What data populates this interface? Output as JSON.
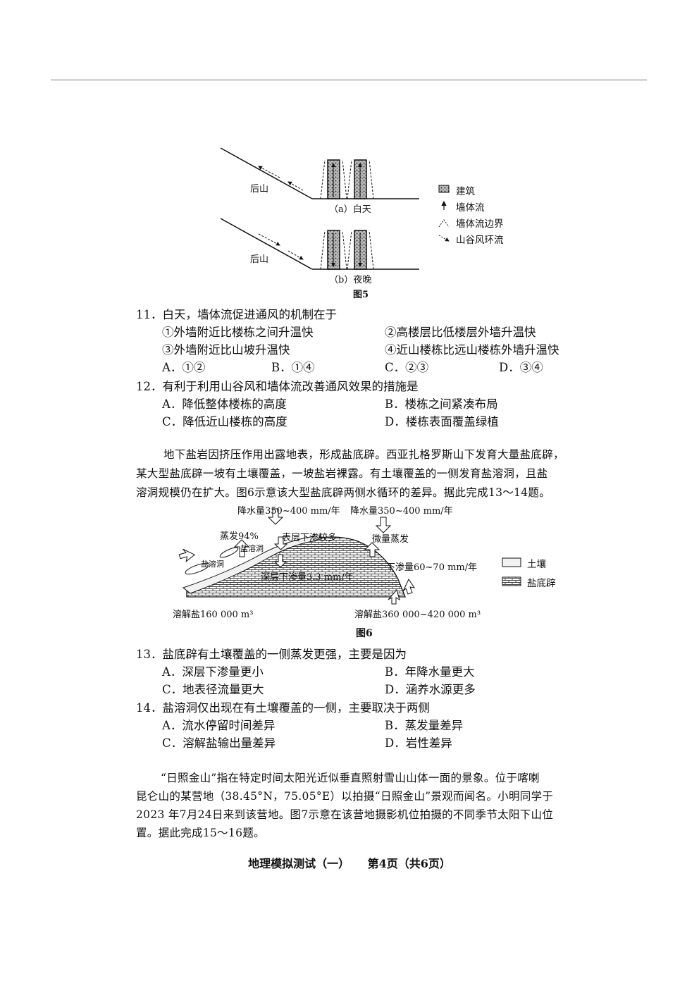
{
  "fig5": {
    "label_a_hill": "后山",
    "label_b_hill": "后山",
    "label_a": "（a）白天",
    "label_b": "（b）夜晚",
    "caption": "图5",
    "legend": [
      "建筑",
      "墙体流",
      "墙体流边界",
      "山谷风环流"
    ]
  },
  "q11": {
    "stem": "11．白天，墙体流促进通风的机制在于",
    "s1": "①外墙附近比楼栋之间升温快",
    "s2": "②高楼层比低楼层外墙升温快",
    "s3": "③外墙附近比山坡升温快",
    "s4": "④近山楼栋比远山楼栋外墙升温快",
    "A": "A．①②",
    "B": "B．①④",
    "C": "C．②③",
    "D": "D．③④"
  },
  "q12": {
    "stem": "12．有利于利用山谷风和墙体流改善通风效果的措施是",
    "A": "A．降低整体楼栋的高度",
    "B": "B．楼栋之间紧凑布局",
    "C": "C．降低近山楼栋的高度",
    "D": "D．楼栋表面覆盖绿植"
  },
  "passage2": [
    "地下盐岩因挤压作用出露地表，形成盐底辟。西亚扎格罗斯山下发育大量盐底辟，",
    "某大型盐底辟一坡有土壤覆盖，一坡盐岩裸露。有土壤覆盖的一侧发育盐溶洞，且盐",
    "溶洞规模仍在扩大。图6示意该大型盐底辟两侧水循环的差异。据此完成13～14题。"
  ],
  "fig6": {
    "precip_left": "降水量350~400 mm/年",
    "precip_right": "降水量350~400 mm/年",
    "evap": "蒸发94%",
    "surface_seep": "表层下渗较多",
    "cave1": "盐溶洞",
    "cave2": "盐溶洞",
    "micro_evap": "微量蒸发",
    "seep_right": "下渗量60~70 mm/年",
    "deep_seep": "深层下渗量3.3 mm/年",
    "salt_left": "溶解盐160 000 m³",
    "salt_right": "溶解盐360 000~420 000 m³",
    "caption": "图6",
    "legend": [
      "土壤",
      "盐底辟"
    ]
  },
  "q13": {
    "stem": "13．盐底辟有土壤覆盖的一侧蒸发更强，主要是因为",
    "A": "A．深层下渗量更小",
    "B": "B．年降水量更大",
    "C": "C．地表径流量更大",
    "D": "D．涵养水源更多"
  },
  "q14": {
    "stem": "14．盐溶洞仅出现在有土壤覆盖的一侧，主要取决于两侧",
    "A": "A．流水停留时间差异",
    "B": "B．蒸发量差异",
    "C": "C．溶解盐输出量差异",
    "D": "D．岩性差异"
  },
  "passage3": [
    "“日照金山”指在特定时间太阳光近似垂直照射雪山山体一面的景象。位于喀喇",
    "昆仑山的某营地（38.45°N，75.05°E）以拍摄“日照金山”景观而闻名。小明同学于",
    "2023 年7月24日来到该营地。图7示意在该营地摄影机位拍摄的不同季节太阳下山位",
    "置。据此完成15～16题。"
  ],
  "footer": {
    "title": "地理模拟测试（一）",
    "page": "第4页（共6页）"
  }
}
